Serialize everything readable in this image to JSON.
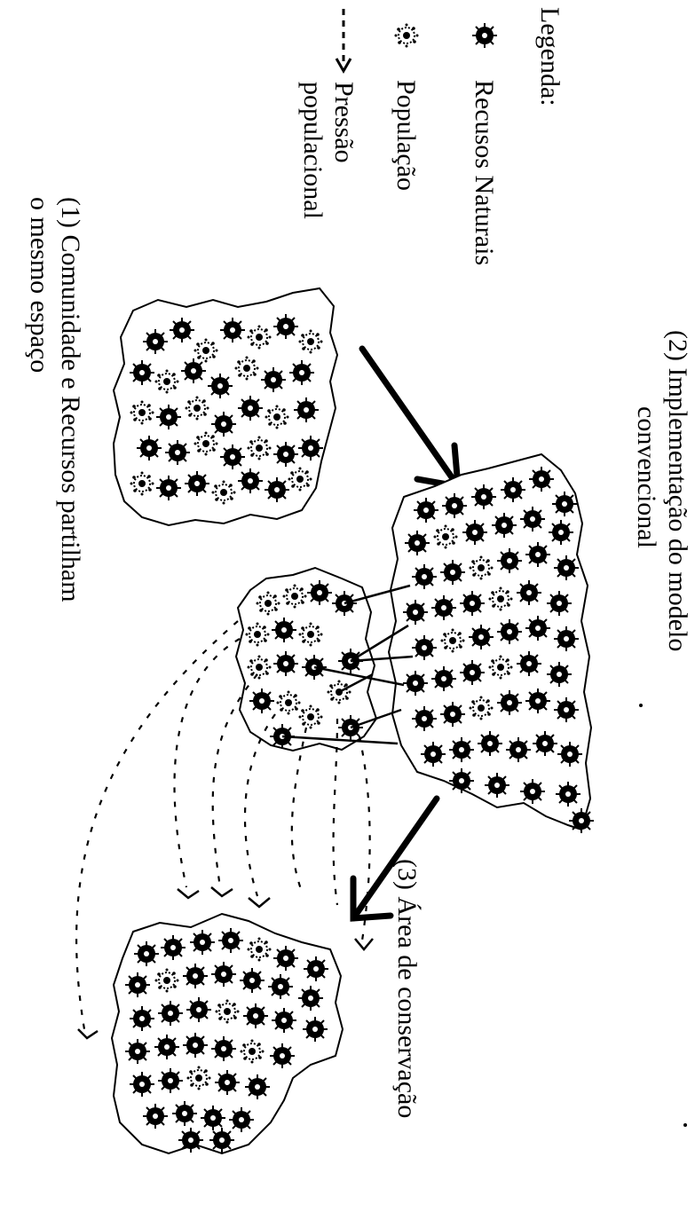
{
  "legend": {
    "title": "Legenda:",
    "items": [
      {
        "icon": "natural-resources-icon",
        "label": "Recusos Naturais"
      },
      {
        "icon": "population-icon",
        "label": "População"
      },
      {
        "icon": "dashed-arrow-icon",
        "label_line1": "Pressão",
        "label_line2": "populacional"
      }
    ]
  },
  "labels": {
    "stage1_line1": "(1) Comunidade e Recursos partilham",
    "stage1_line2": "o mesmo espaço",
    "stage2_line1": "(2) Implementação do modelo",
    "stage2_line2": "convencional",
    "stage3": "(3) Área  de conservação"
  },
  "colors": {
    "ink": "#000000",
    "paper": "#ffffff"
  }
}
